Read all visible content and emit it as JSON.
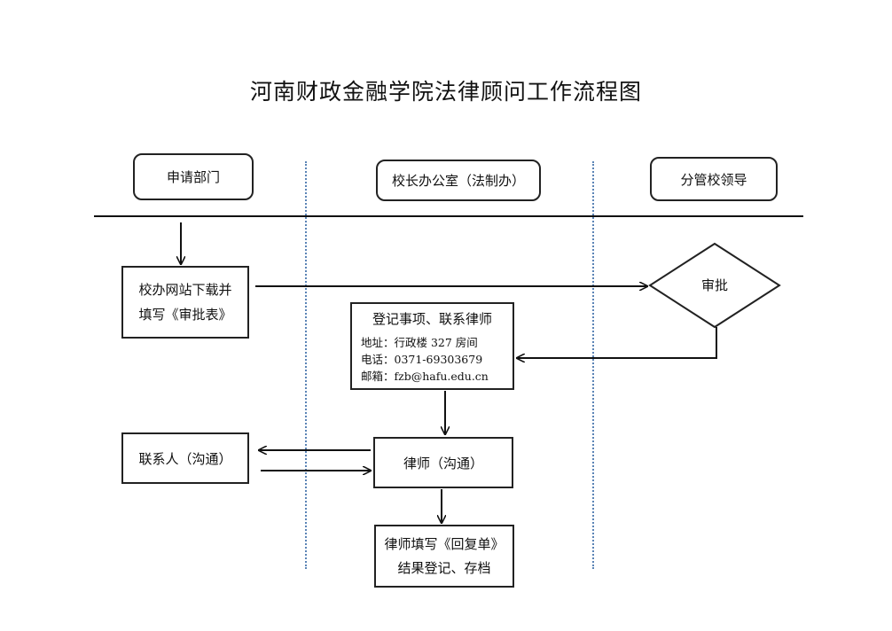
{
  "title": "河南财政金融学院法律顾问工作流程图",
  "lanes": {
    "left": "申请部门",
    "middle": "校长办公室（法制办）",
    "right": "分管校领导"
  },
  "nodes": {
    "download": {
      "line1": "校办网站下载并",
      "line2": "填写《审批表》"
    },
    "approve": "审批",
    "register": {
      "heading": "登记事项、联系律师",
      "address": "地址：行政楼 327 房间",
      "phone": "电话：0371-69303679",
      "email": "邮箱：fzb@hafu.edu.cn"
    },
    "contact": "联系人（沟通）",
    "lawyer": "律师（沟通）",
    "reply": {
      "line1": "律师填写《回复单》",
      "line2": "结果登记、存档"
    }
  }
}
